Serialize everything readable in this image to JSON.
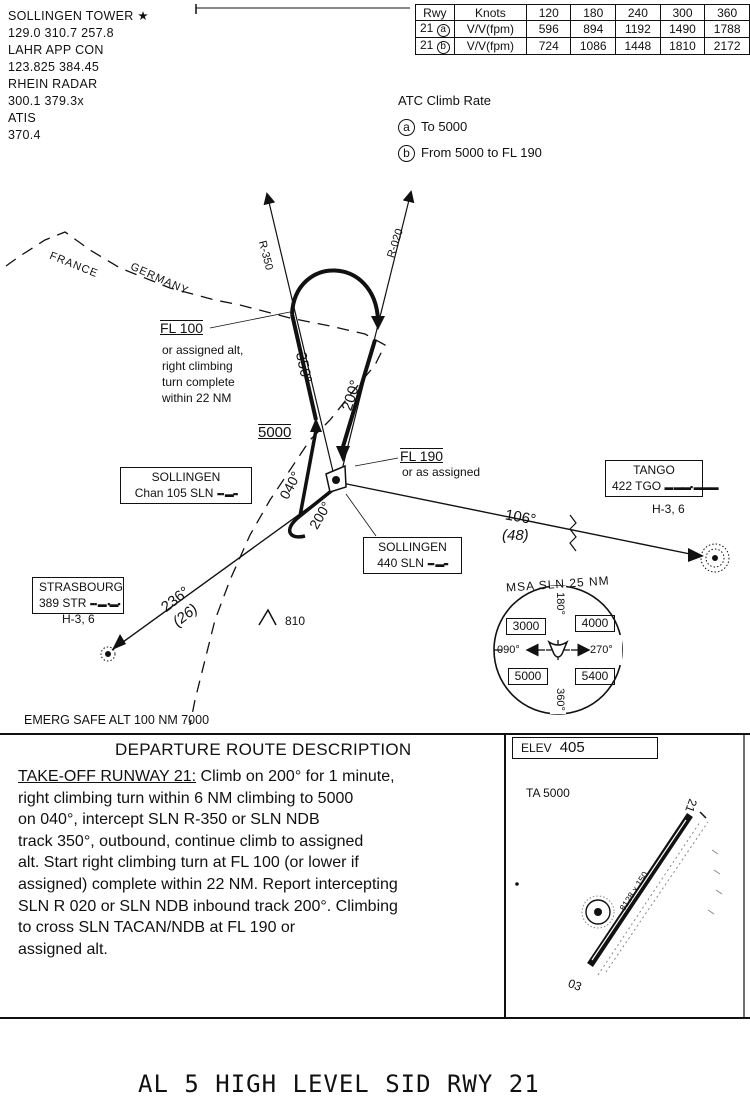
{
  "freqs": {
    "tower": "SOLLINGEN TOWER ★",
    "tower_freq": "129.0  310.7  257.8",
    "app": "LAHR APP CON",
    "app_freq": "123.825  384.45",
    "radar": "RHEIN RADAR",
    "radar_freq": "300.1  379.3x",
    "atis": "ATIS",
    "atis_freq": "370.4"
  },
  "rate_table": {
    "header": [
      "Rwy",
      "Knots",
      "120",
      "180",
      "240",
      "300",
      "360"
    ],
    "rows": [
      {
        "rwy": "21",
        "key": "a",
        "unit": "V/V(fpm)",
        "vals": [
          "596",
          "894",
          "1192",
          "1490",
          "1788"
        ]
      },
      {
        "rwy": "21",
        "key": "b",
        "unit": "V/V(fpm)",
        "vals": [
          "724",
          "1086",
          "1448",
          "1810",
          "2172"
        ]
      }
    ]
  },
  "climb": {
    "title": "ATC Climb Rate",
    "a_key": "a",
    "a_text": "To 5000",
    "b_key": "b",
    "b_text": "From 5000 to FL 190"
  },
  "map": {
    "france": "FRANCE",
    "germany": "GERMANY",
    "r350": "R-350",
    "r020": "R-020",
    "fl100": "FL 100",
    "fl100_note": [
      "or assigned alt,",
      "right climbing",
      "turn complete",
      "within 22 NM"
    ],
    "alt5000": "5000",
    "fl190": "FL 190",
    "fl190_note": "or as assigned",
    "c350": "350°",
    "c200a": "200°",
    "c040": "040°",
    "c200b": "200°",
    "c106": "106°",
    "d48": "(48)",
    "c236": "236°",
    "d26": "(26)",
    "obstacle": "810",
    "emerg": "EMERG SAFE ALT 100 NM 7000",
    "sln_tacan_name": "SOLLINGEN",
    "sln_tacan_freq": "Chan 105 SLN",
    "sln_ndb_name": "SOLLINGEN",
    "sln_ndb_freq": "440 SLN",
    "tango_name": "TANGO",
    "tango_freq": "422 TGO",
    "tango_ref": "H-3, 6",
    "stras_name": "STRASBOURG",
    "stras_freq": "389 STR",
    "stras_ref": "H-3, 6"
  },
  "msa": {
    "title": "MSA SLN 25 NM",
    "nw": "3000",
    "ne": "4000",
    "sw": "5000",
    "se": "5400",
    "top": "180°",
    "bottom": "360°",
    "left": "090°",
    "right": "270°"
  },
  "procedure": {
    "heading": "DEPARTURE ROUTE DESCRIPTION",
    "runway_label": "TAKE-OFF RUNWAY 21:",
    "text_1": "Climb on 200° for 1 minute,",
    "text_2": "right climbing turn within 6 NM climbing to 5000",
    "text_3": "on 040°, intercept SLN R-350 or SLN NDB",
    "text_4": "track 350°, outbound, continue climb to assigned",
    "text_5": "alt. Start right climbing turn at FL 100 (or lower if",
    "text_6": "assigned) complete within 22 NM. Report intercepting",
    "text_7": "SLN R 020 or SLN NDB inbound track 200°. Climbing",
    "text_8": "to cross SLN TACAN/NDB at FL 190 or",
    "text_9": "assigned alt."
  },
  "airport": {
    "elev_label": "ELEV",
    "elev": "405",
    "ta": "TA 5000",
    "rwy_top": "21",
    "rwy_bottom": "03",
    "rwy_len": "8128 x 150"
  },
  "footer": "AL 5  HIGH LEVEL SID  RWY 21"
}
